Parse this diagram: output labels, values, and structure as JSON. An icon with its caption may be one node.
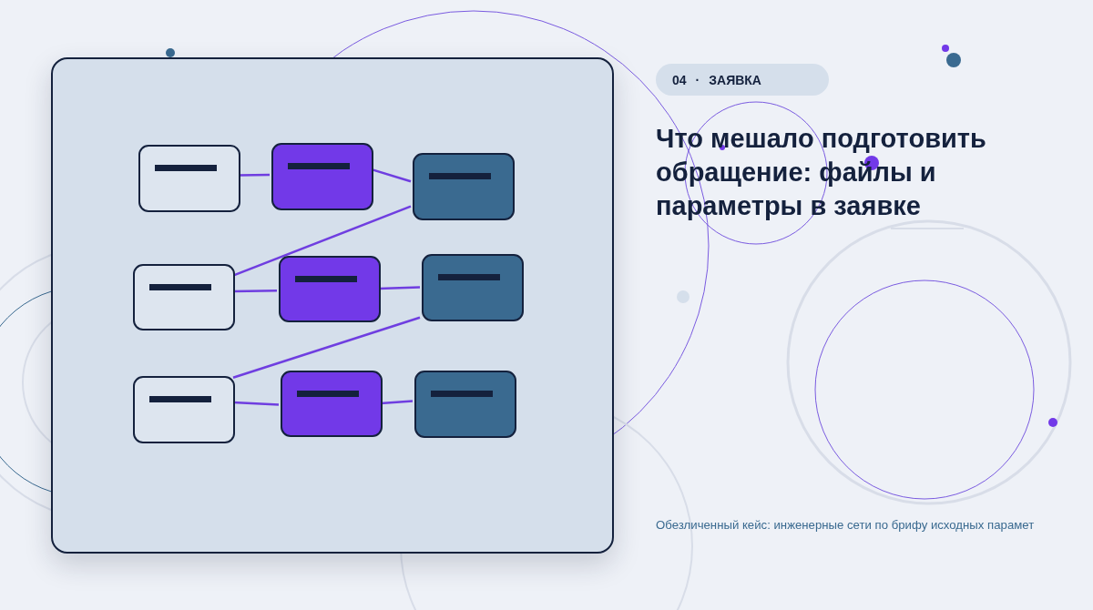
{
  "diagram": {
    "title": "Что мешало подготовить обращение: файлы и параметры в заявке",
    "caption": "Обезличенный кейс: инженерные сети по брифу исходных парамет",
    "nodes": [
      {
        "text": [],
        "shape": "box"
      },
      {
        "text": [],
        "shape": "box",
        "in": 0
      },
      {
        "text": [],
        "shape": "box",
        "in": 0
      },
      {
        "text": [],
        "shape": "box",
        "in": 0
      },
      {
        "text": [],
        "shape": "box",
        "in": 0
      },
      {
        "text": [],
        "shape": "box",
        "in": 0
      },
      {
        "text": [],
        "shape": "box",
        "in": 0
      },
      {
        "text": [],
        "shape": "box",
        "in": 0
      },
      {
        "text": [],
        "shape": "box",
        "in": 0
      },
      {
        "text": [],
        "shape": "box",
        "in": 0
      }
    ],
    "edges": [
      {
        "from": 1,
        "to": 2,
        "arrow": "none"
      },
      {
        "from": 2,
        "to": 3,
        "arrow": "none"
      },
      {
        "from": 3,
        "to": 4,
        "arrow": "none"
      },
      {
        "from": 4,
        "to": 5,
        "arrow": "none"
      },
      {
        "from": 5,
        "to": 6,
        "arrow": "none"
      },
      {
        "from": 6,
        "to": 7,
        "arrow": "none"
      },
      {
        "from": 7,
        "to": 8,
        "arrow": "none"
      },
      {
        "from": 8,
        "to": 9,
        "arrow": "none"
      }
    ],
    "labels": [
      "04",
      "·",
      "ЗАЯВКА"
    ]
  }
}
